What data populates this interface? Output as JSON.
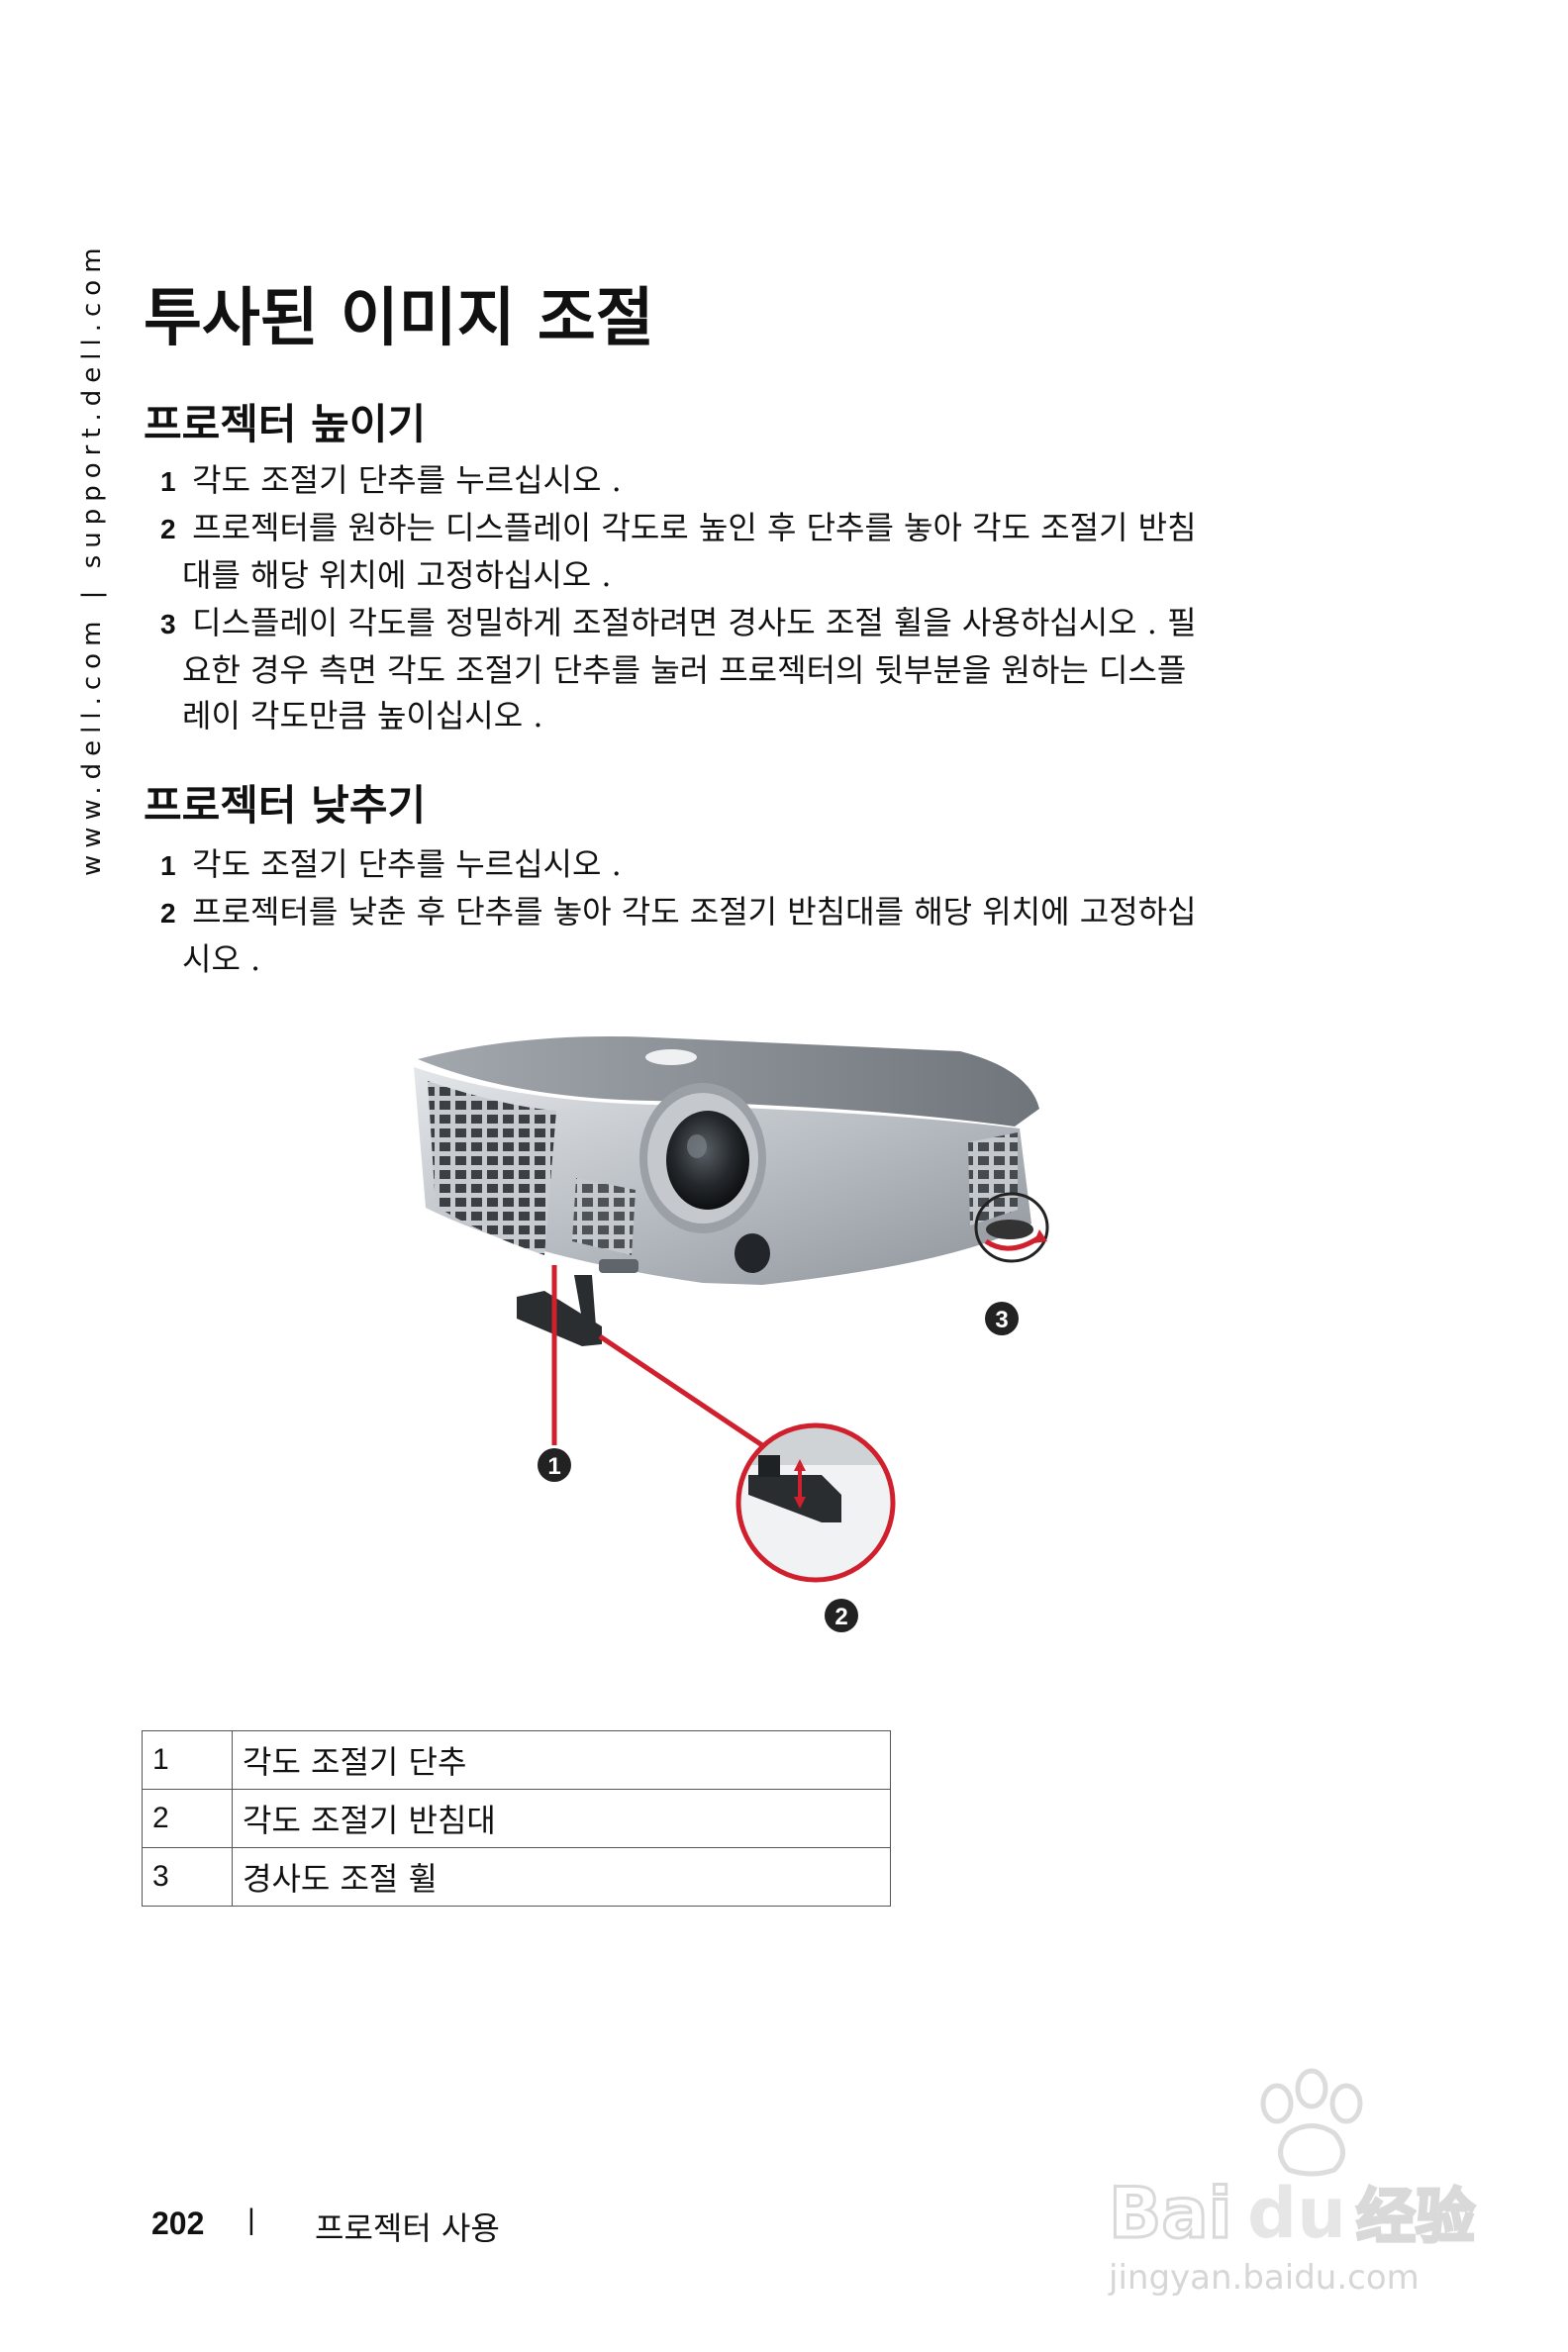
{
  "sidebar": {
    "url": "www.dell.com | support.dell.com"
  },
  "page": {
    "title": "투사된 이미지 조절",
    "sections": [
      {
        "heading": "프로젝터 높이기",
        "steps": [
          {
            "num": "1",
            "lines": [
              "각도 조절기 단추를 누르십시오 ."
            ]
          },
          {
            "num": "2",
            "lines": [
              "프로젝터를 원하는 디스플레이 각도로 높인 후 단추를 놓아 각도 조절기 반침",
              "대를 해당 위치에 고정하십시오 ."
            ]
          },
          {
            "num": "3",
            "lines": [
              "디스플레이 각도를 정밀하게 조절하려면 경사도 조절 휠을 사용하십시오 . 필",
              "요한 경우 측면 각도 조절기 단추를 눌러 프로젝터의 뒷부분을 원하는 디스플",
              "레이 각도만큼 높이십시오 ."
            ]
          }
        ]
      },
      {
        "heading": "프로젝터 낮추기",
        "steps": [
          {
            "num": "1",
            "lines": [
              "각도 조절기 단추를 누르십시오 ."
            ]
          },
          {
            "num": "2",
            "lines": [
              "프로젝터를 낮춘 후 단추를 놓아 각도 조절기 반침대를 해당 위치에 고정하십",
              "시오 ."
            ]
          }
        ]
      }
    ],
    "figure_callouts": [
      "1",
      "2",
      "3"
    ],
    "legend": [
      {
        "num": "1",
        "label": "각도 조절기 단추"
      },
      {
        "num": "2",
        "label": "각도 조절기 반침대"
      },
      {
        "num": "3",
        "label": "경사도 조절 휠"
      }
    ]
  },
  "footer": {
    "page_number": "202",
    "separator": "|",
    "chapter": "프로젝터 사용"
  },
  "watermark": {
    "brand": "Bai du 经验",
    "url": "jingyan.baidu.com"
  },
  "colors": {
    "callout_red": "#d0202e",
    "callout_dark": "#222222"
  }
}
